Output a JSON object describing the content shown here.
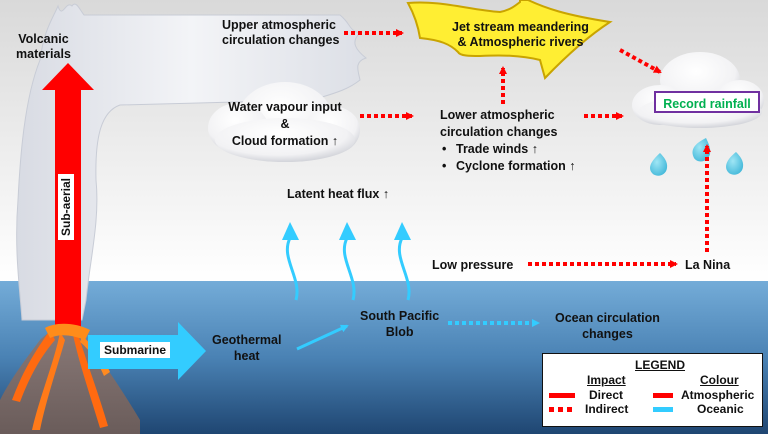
{
  "diagram": {
    "labels": {
      "volcanic_materials": [
        "Volcanic",
        "materials"
      ],
      "sub_aerial": "Sub-aerial",
      "submarine": "Submarine",
      "upper_atmospheric": [
        "Upper atmospheric",
        "circulation changes"
      ],
      "jet_stream": [
        "Jet stream meandering",
        "& Atmospheric rivers"
      ],
      "water_vapour": [
        "Water vapour input",
        "&",
        "Cloud formation ↑"
      ],
      "lower_atmospheric": [
        "Lower atmospheric",
        "circulation changes"
      ],
      "lower_bullets": [
        "Trade winds ↑",
        "Cyclone formation ↑"
      ],
      "record_rainfall": "Record rainfall",
      "latent_heat": "Latent heat flux ↑",
      "low_pressure": "Low pressure",
      "la_nina": "La Nina",
      "geothermal": [
        "Geothermal",
        "heat"
      ],
      "south_pacific": [
        "South Pacific",
        "Blob"
      ],
      "ocean_circulation": [
        "Ocean circulation",
        "changes"
      ]
    },
    "legend": {
      "title": "LEGEND",
      "impact_header": "Impact",
      "colour_header": "Colour",
      "direct": "Direct",
      "indirect": "Indirect",
      "atmospheric": "Atmospheric",
      "oceanic": "Oceanic"
    },
    "colors": {
      "atmospheric": "#ff0000",
      "oceanic": "#33ccff",
      "jet_stream_fill": "#ffee33",
      "record_border": "#7030a0",
      "record_text": "#00b050",
      "ocean_top": "#6fa8d6",
      "ocean_bottom": "#234c78"
    }
  }
}
